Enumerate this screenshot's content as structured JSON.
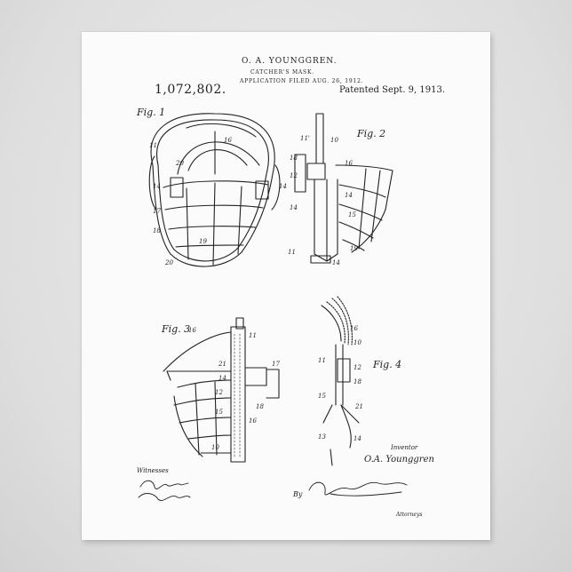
{
  "header": {
    "inventor": "O. A. YOUNGGREN.",
    "title": "CATCHER'S MASK.",
    "application": "APPLICATION FILED AUG. 26, 1912.",
    "patent_number": "1,072,802.",
    "patent_date": "Patented Sept. 9, 1913."
  },
  "figures": {
    "fig1": "Fig. 1",
    "fig2": "Fig. 2",
    "fig3": "Fig. 3",
    "fig4": "Fig. 4"
  },
  "footer": {
    "witnesses_label": "Witnesses",
    "inventor_label": "Inventor",
    "inventor_signature": "O.A. Younggren",
    "by_label": "By",
    "attorneys_label": "Attorneys"
  },
  "colors": {
    "paper": "#fbfbfb",
    "ink": "#222222",
    "wall": "#dcdcdc"
  }
}
